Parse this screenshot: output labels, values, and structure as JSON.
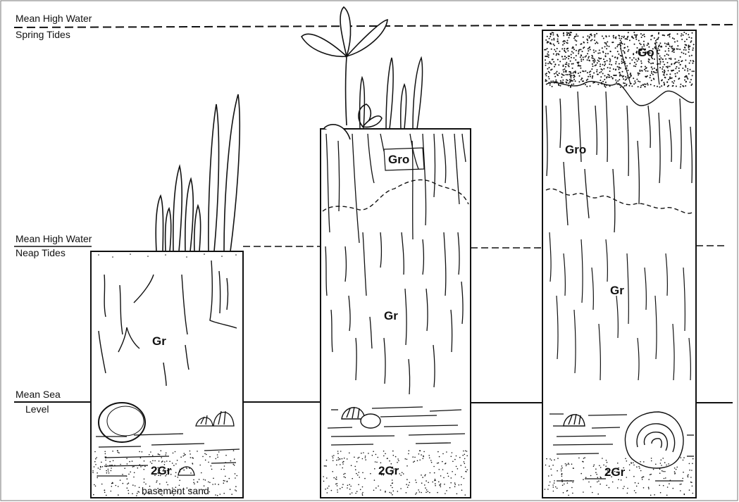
{
  "levels": {
    "mhw_spring_line1": "Mean High Water",
    "mhw_spring_line2": "Spring Tides",
    "mhw_neap_line1": "Mean High Water",
    "mhw_neap_line2": "Neap Tides",
    "msl_line1": "Mean Sea",
    "msl_line2": "Level"
  },
  "columns": [
    {
      "upper": "",
      "mid": "Gr",
      "bottom": "2Gr",
      "basement": "basement sand"
    },
    {
      "upper": "Gro",
      "mid": "Gr",
      "bottom": "2Gr",
      "basement": ""
    },
    {
      "top": "Go",
      "upper": "Gro",
      "mid": "Gr",
      "bottom": "2Gr",
      "basement": ""
    }
  ]
}
